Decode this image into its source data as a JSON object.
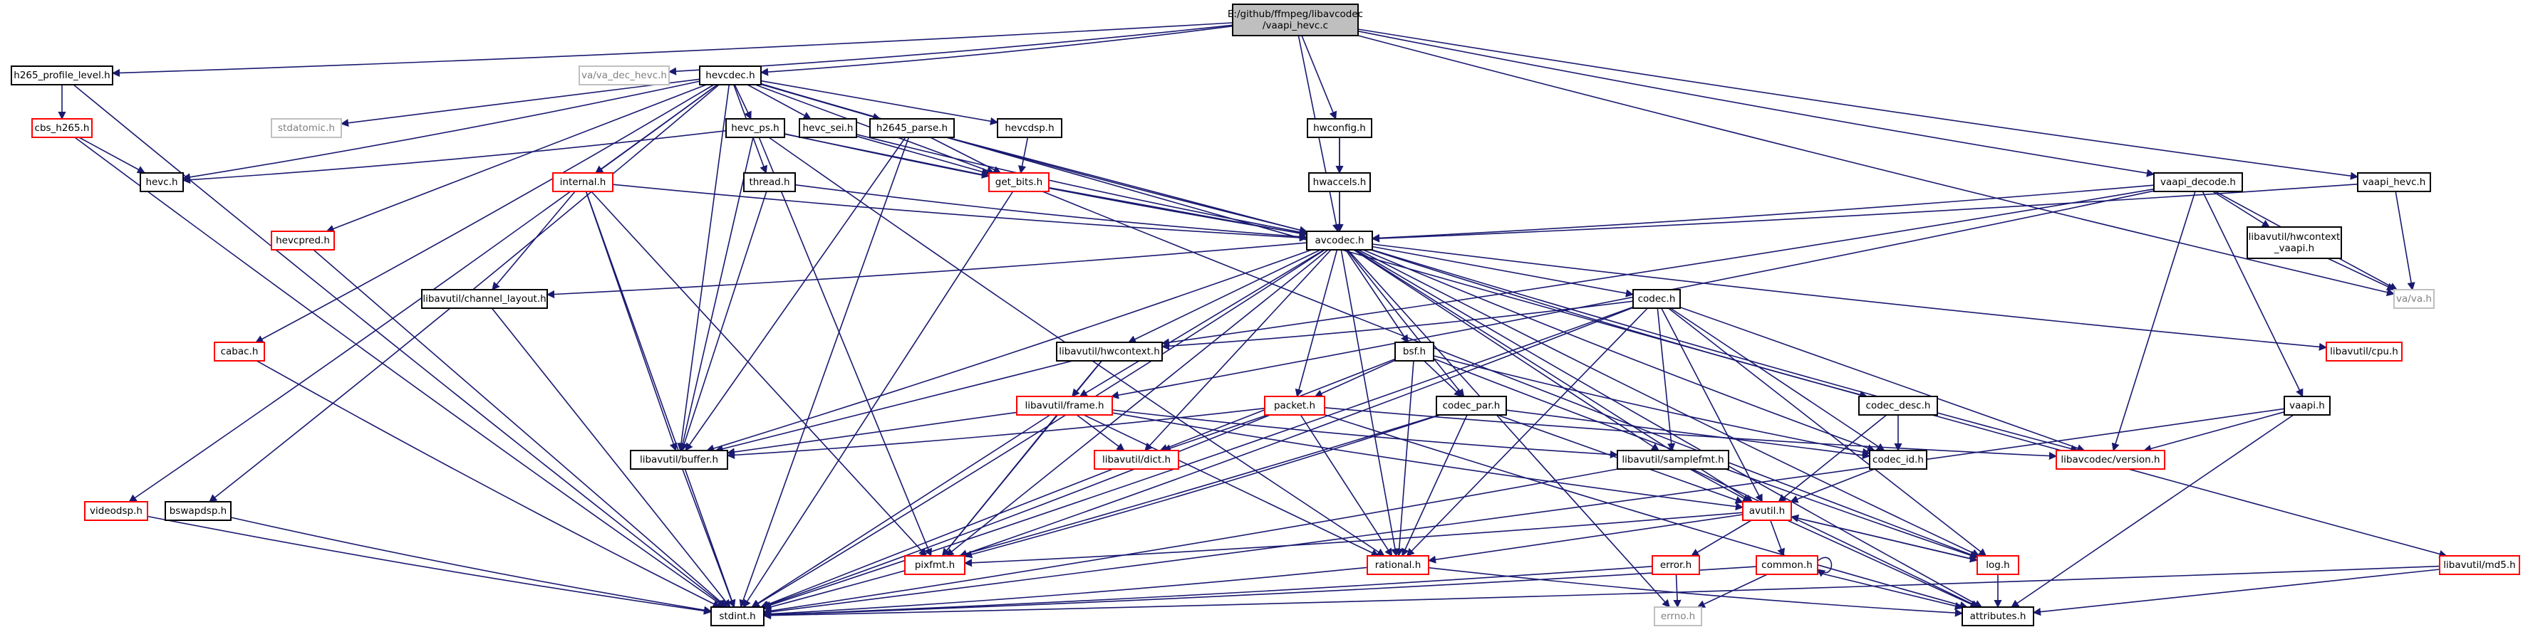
{
  "colors": {
    "black": "#000000",
    "red": "#ff0000",
    "gray": "#bfbfbf",
    "root_fill": "#bfbfbf",
    "edge": "#191970",
    "text": "#000000",
    "text_gray": "#808080"
  },
  "nodes": {
    "root": "E:/github/ffmpeg/libavcodec\n/vaapi_hevc.c",
    "h265_profile_level": "h265_profile_level.h",
    "va_dec_hevc": "va/va_dec_hevc.h",
    "hevcdec": "hevcdec.h",
    "hwconfig": "hwconfig.h",
    "cbs_h265": "cbs_h265.h",
    "stdatomic": "stdatomic.h",
    "hevc_ps": "hevc_ps.h",
    "hevc_sei": "hevc_sei.h",
    "h2645_parse": "h2645_parse.h",
    "hevcdsp": "hevcdsp.h",
    "hevc": "hevc.h",
    "hwaccels": "hwaccels.h",
    "vaapi_decode": "vaapi_decode.h",
    "vaapi_hevc": "vaapi_hevc.h",
    "internal": "internal.h",
    "thread": "thread.h",
    "get_bits": "get_bits.h",
    "hevcpred": "hevcpred.h",
    "avcodec": "avcodec.h",
    "channel_layout": "libavutil/channel_layout.h",
    "hwcontext_vaapi": "libavutil/hwcontext\n_vaapi.h",
    "va": "va/va.h",
    "cabac": "cabac.h",
    "codec": "codec.h",
    "hwcontext": "libavutil/hwcontext.h",
    "cpu": "libavutil/cpu.h",
    "bsf": "bsf.h",
    "frame": "libavutil/frame.h",
    "packet": "packet.h",
    "codec_par": "codec_par.h",
    "codec_desc": "codec_desc.h",
    "vaapi": "vaapi.h",
    "buffer": "libavutil/buffer.h",
    "dict": "libavutil/dict.h",
    "samplefmt": "libavutil/samplefmt.h",
    "codec_id": "codec_id.h",
    "version": "libavcodec/version.h",
    "avutil": "avutil.h",
    "videodsp": "videodsp.h",
    "bswapdsp": "bswapdsp.h",
    "pixfmt": "pixfmt.h",
    "rational": "rational.h",
    "error": "error.h",
    "common": "common.h",
    "log": "log.h",
    "md5": "libavutil/md5.h",
    "stdint": "stdint.h",
    "errno": "errno.h",
    "attributes": "attributes.h"
  }
}
